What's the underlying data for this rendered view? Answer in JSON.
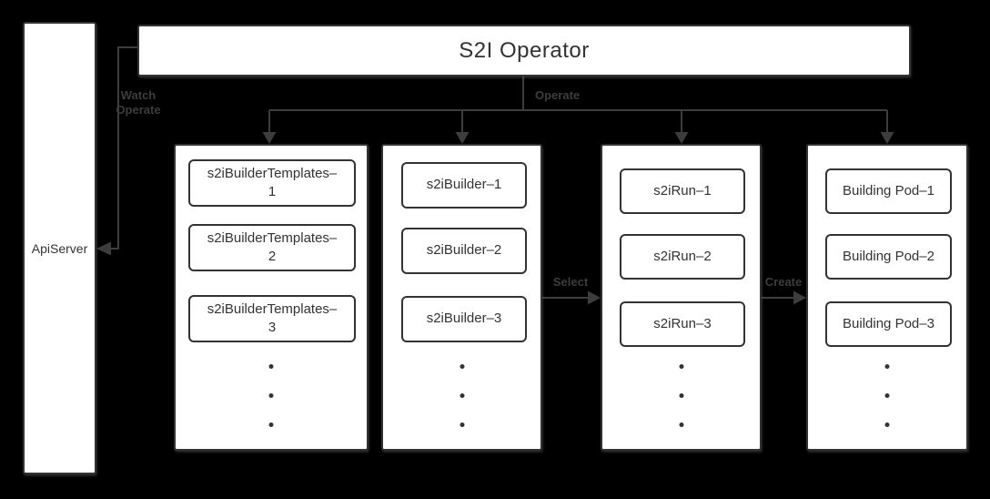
{
  "colors": {
    "background": "#000000",
    "box_fill": "#ffffff",
    "box_border": "#333333",
    "text": "#333333",
    "connector": "#3d3d3d"
  },
  "api_server": {
    "label": "ApiServer"
  },
  "operator": {
    "label": "S2I Operator"
  },
  "edges": {
    "watch_operate": "Watch\nOperate",
    "operate": "Operate",
    "select": "Select",
    "create": "Create"
  },
  "columns": [
    {
      "name": "builder-templates",
      "items": [
        "s2iBuilderTemplates–\n1",
        "s2iBuilderTemplates–\n2",
        "s2iBuilderTemplates–\n3"
      ]
    },
    {
      "name": "builders",
      "items": [
        "s2iBuilder–1",
        "s2iBuilder–2",
        "s2iBuilder–3"
      ]
    },
    {
      "name": "runs",
      "items": [
        "s2iRun–1",
        "s2iRun–2",
        "s2iRun–3"
      ]
    },
    {
      "name": "building-pods",
      "items": [
        "Building Pod–1",
        "Building Pod–2",
        "Building Pod–3"
      ]
    }
  ],
  "ellipsis_dot": ""
}
